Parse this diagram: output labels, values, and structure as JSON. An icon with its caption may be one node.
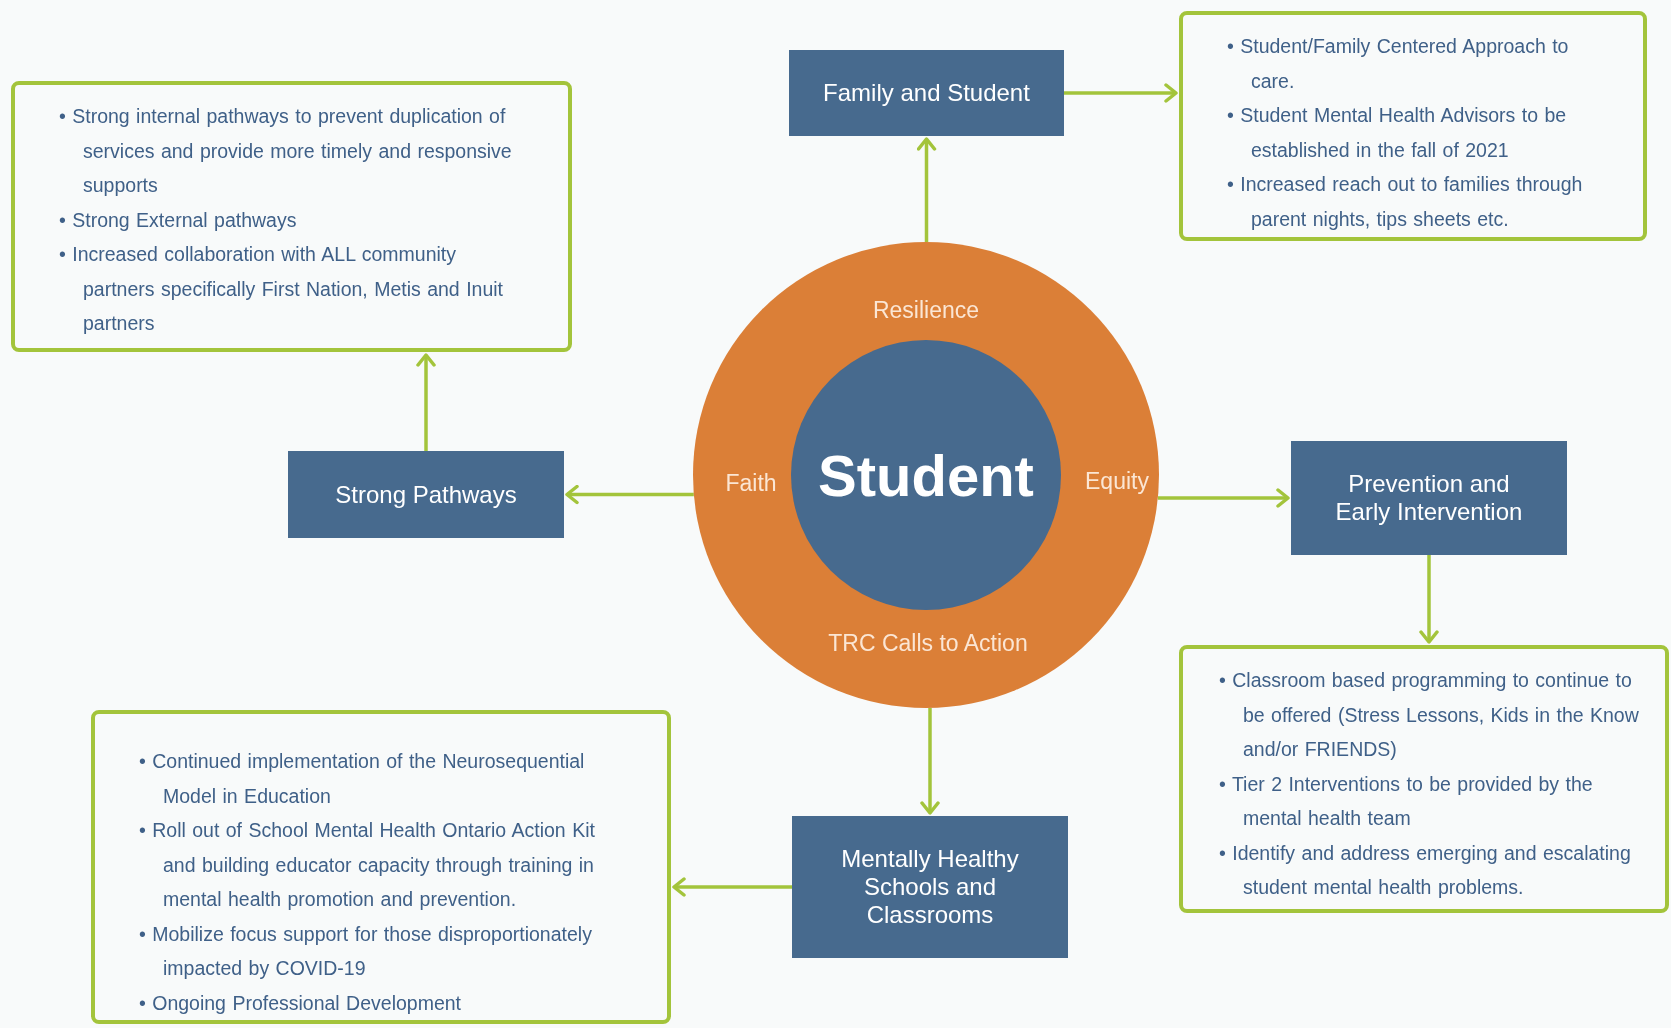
{
  "diagram": {
    "nodes": [
      {
        "text": [
          "Resilience",
          "Faith",
          "Equity",
          "TRC Calls to Action"
        ]
      },
      {
        "text": [
          "Student"
        ],
        "in": 0
      },
      {
        "text": [
          "Family and Student"
        ]
      },
      {
        "text": [
          "• Student/Family Centered Approach to care.",
          "• Student Mental Health Advisors to be established in the fall of 2021",
          "• Increased reach out to families through parent nights, tips sheets etc."
        ]
      },
      {
        "text": [
          "• Strong internal pathways to prevent duplication of services and provide more timely and responsive supports",
          "• Strong External pathways",
          "• Increased collaboration with ALL community partners specifically First Nation, Metis and Inuit partners"
        ]
      },
      {
        "text": [
          "Strong Pathways"
        ]
      },
      {
        "text": [
          "Prevention and Early Intervention"
        ]
      },
      {
        "text": [
          "• Classroom based programming to continue to be offered (Stress Lessons, Kids in the Know and/or FRIENDS)",
          "• Tier 2 Interventions to be provided by the mental health team",
          "• Identify and address emerging and escalating student mental health problems."
        ]
      },
      {
        "text": [
          "Mentally Healthy Schools and Classrooms"
        ]
      },
      {
        "text": [
          "• Continued implementation of the Neurosequential Model in Education",
          "• Roll out of School Mental Health Ontario Action Kit and building educator capacity through training in mental health promotion and prevention.",
          "• Mobilize focus support for those disproportionately impacted by COVID-19",
          "• Ongoing Professional Development"
        ]
      }
    ],
    "edges": [
      {
        "from": 0,
        "to": 2,
        "arrow": "to"
      },
      {
        "from": 2,
        "to": 3,
        "arrow": "to"
      },
      {
        "from": 0,
        "to": 5,
        "arrow": "to"
      },
      {
        "from": 5,
        "to": 4,
        "arrow": "to"
      },
      {
        "from": 0,
        "to": 6,
        "arrow": "to"
      },
      {
        "from": 6,
        "to": 7,
        "arrow": "to"
      },
      {
        "from": 0,
        "to": 8,
        "arrow": "to"
      },
      {
        "from": 8,
        "to": 9,
        "arrow": "to"
      }
    ]
  }
}
